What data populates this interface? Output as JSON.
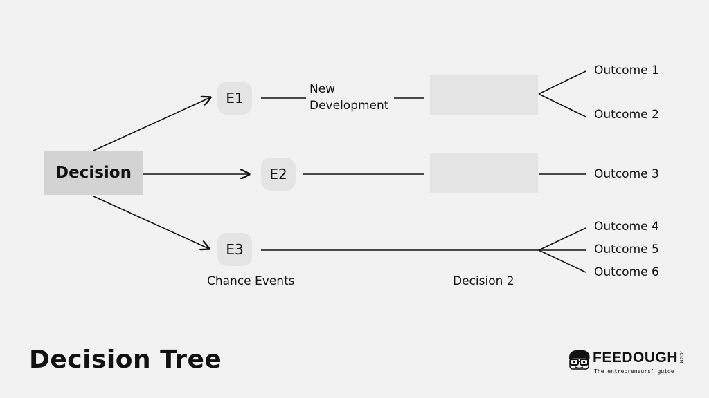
{
  "title": "Decision Tree",
  "nodes": {
    "decision": "Decision",
    "e1": "E1",
    "e2": "E2",
    "e3": "E3"
  },
  "branch_label": {
    "line1": "New",
    "line2": "Development"
  },
  "outcomes": [
    "Outcome 1",
    "Outcome 2",
    "Outcome 3",
    "Outcome 4",
    "Outcome 5",
    "Outcome 6"
  ],
  "column_labels": {
    "chance_events": "Chance Events",
    "decision_2": "Decision 2"
  },
  "logo": {
    "wordmark": "FEEDOUGH",
    "suffix": ".COM",
    "tagline": "The entrepreneurs' guide"
  },
  "colors": {
    "background": "#f2f2f2",
    "decision_box": "#d3d3d3",
    "node_fill": "#e4e4e4",
    "line": "#111111"
  }
}
